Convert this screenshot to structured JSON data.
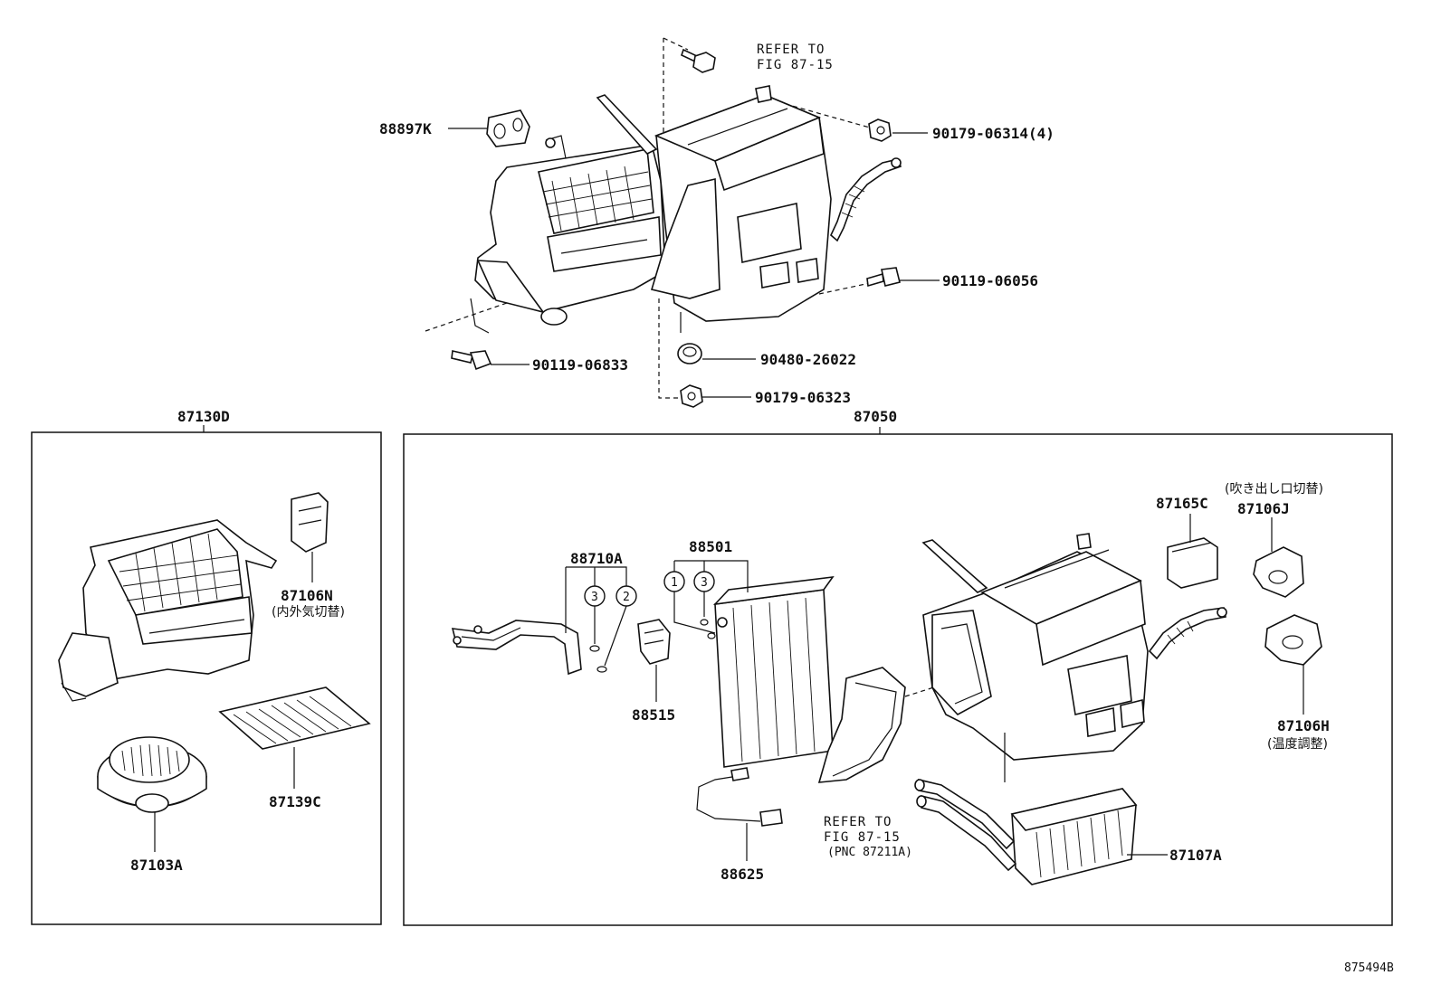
{
  "diagram": {
    "top": {
      "refer_line1": "REFER TO",
      "refer_line2": "FIG 87-15",
      "part_88897K": "88897K",
      "part_90179_06314": "90179-06314(4)",
      "part_90119_06056": "90119-06056",
      "part_90480_26022": "90480-26022",
      "part_90119_06833": "90119-06833",
      "part_90179_06323": "90179-06323"
    },
    "left_box": {
      "title": "87130D",
      "part_87106N": "87106N",
      "note_87106N": "(内外気切替)",
      "part_87139C": "87139C",
      "part_87103A": "87103A"
    },
    "right_box": {
      "title": "87050",
      "part_88710A": "88710A",
      "part_88501": "88501",
      "part_88515": "88515",
      "part_88625": "88625",
      "part_87165C": "87165C",
      "note_87106J": "(吹き出し口切替)",
      "part_87106J": "87106J",
      "part_87106H": "87106H",
      "note_87106H": "(温度調整)",
      "part_87107A": "87107A",
      "refer_line1": "REFER TO",
      "refer_line2": "FIG 87-15",
      "refer_line3": "(PNC 87211A)",
      "circle_1": "1",
      "circle_2": "2",
      "circle_3a": "3",
      "circle_3b": "3"
    },
    "footer_code": "875494B"
  }
}
